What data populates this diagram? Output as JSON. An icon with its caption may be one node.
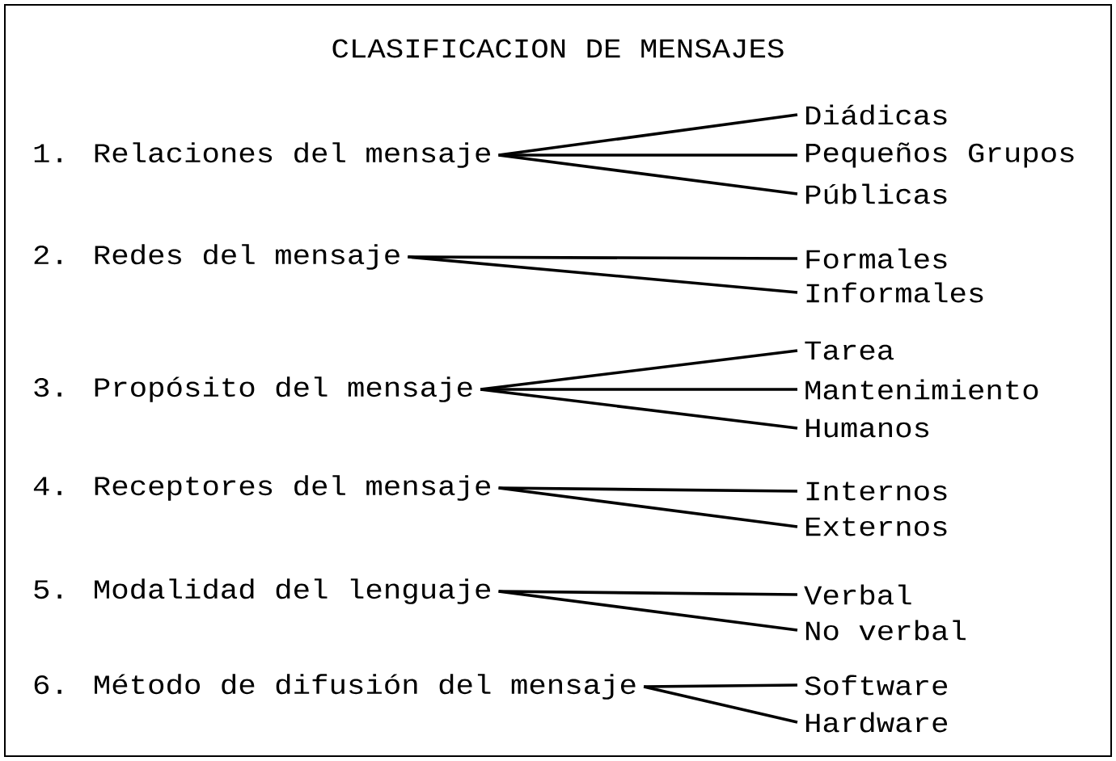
{
  "diagram": {
    "title": "CLASIFICACION DE MENSAJES",
    "nodes": [
      {
        "text": [
          "1. Relaciones del mensaje"
        ]
      },
      {
        "text": [
          "Diádicas"
        ]
      },
      {
        "text": [
          "Pequeños Grupos"
        ]
      },
      {
        "text": [
          "Públicas"
        ]
      },
      {
        "text": [
          "2. Redes del mensaje"
        ]
      },
      {
        "text": [
          "Formales"
        ]
      },
      {
        "text": [
          "Informales"
        ]
      },
      {
        "text": [
          "3. Propósito del mensaje"
        ]
      },
      {
        "text": [
          "Tarea"
        ]
      },
      {
        "text": [
          "Mantenimiento"
        ]
      },
      {
        "text": [
          "Humanos"
        ]
      },
      {
        "text": [
          "4. Receptores del mensaje"
        ]
      },
      {
        "text": [
          "Internos"
        ]
      },
      {
        "text": [
          "Externos"
        ]
      },
      {
        "text": [
          "5. Modalidad del lenguaje"
        ]
      },
      {
        "text": [
          "Verbal"
        ]
      },
      {
        "text": [
          "No verbal"
        ]
      },
      {
        "text": [
          "6. Método de difusión del mensaje"
        ]
      },
      {
        "text": [
          "Software"
        ]
      },
      {
        "text": [
          "Hardware"
        ]
      }
    ],
    "edges": [
      {
        "from": 0,
        "to": 1,
        "arrow": "none"
      },
      {
        "from": 0,
        "to": 2,
        "arrow": "none"
      },
      {
        "from": 0,
        "to": 3,
        "arrow": "none"
      },
      {
        "from": 4,
        "to": 5,
        "arrow": "none"
      },
      {
        "from": 4,
        "to": 6,
        "arrow": "none"
      },
      {
        "from": 7,
        "to": 8,
        "arrow": "none"
      },
      {
        "from": 7,
        "to": 9,
        "arrow": "none"
      },
      {
        "from": 7,
        "to": 10,
        "arrow": "none"
      },
      {
        "from": 11,
        "to": 12,
        "arrow": "none"
      },
      {
        "from": 11,
        "to": 13,
        "arrow": "none"
      },
      {
        "from": 14,
        "to": 15,
        "arrow": "none"
      },
      {
        "from": 14,
        "to": 16,
        "arrow": "none"
      },
      {
        "from": 17,
        "to": 18,
        "arrow": "none"
      },
      {
        "from": 17,
        "to": 19,
        "arrow": "none"
      }
    ]
  }
}
